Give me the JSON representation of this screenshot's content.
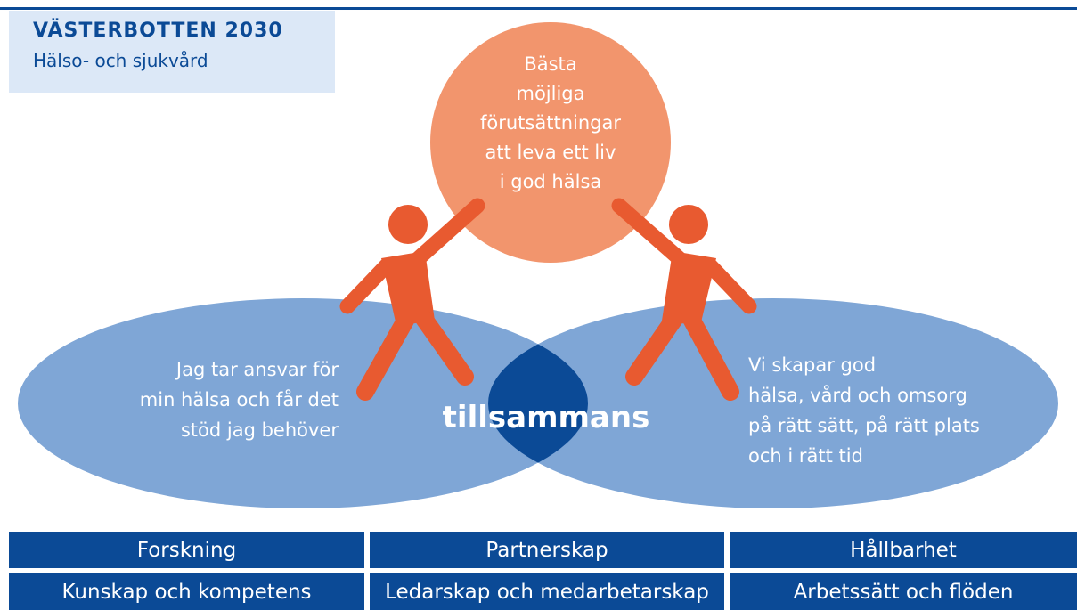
{
  "header": {
    "title": "VÄSTERBOTTEN 2030",
    "subtitle": "Hälso- och sjukvård"
  },
  "diagram": {
    "goal_lines": [
      "Bästa",
      "möjliga",
      "förutsättningar",
      "att leva ett liv",
      "i god hälsa"
    ],
    "left_lines": [
      "Jag tar ansvar för",
      "min hälsa och får det",
      "stöd jag behöver"
    ],
    "center_label": "tillsammans",
    "right_lines": [
      "Vi skapar god",
      "hälsa, vård och omsorg",
      "på rätt sätt, på rätt plats",
      "och i rätt tid"
    ],
    "colors": {
      "goal_circle": "#f2956d",
      "figures": "#e85a30",
      "ellipse": "#7fa6d6",
      "overlap": "#0b4a96",
      "bars": "#0b4a96"
    }
  },
  "pillars": {
    "row1": [
      "Forskning",
      "Partnerskap",
      "Hållbarhet"
    ],
    "row2": [
      "Kunskap och kompetens",
      "Ledarskap och medarbetarskap",
      "Arbetssätt och flöden"
    ]
  }
}
